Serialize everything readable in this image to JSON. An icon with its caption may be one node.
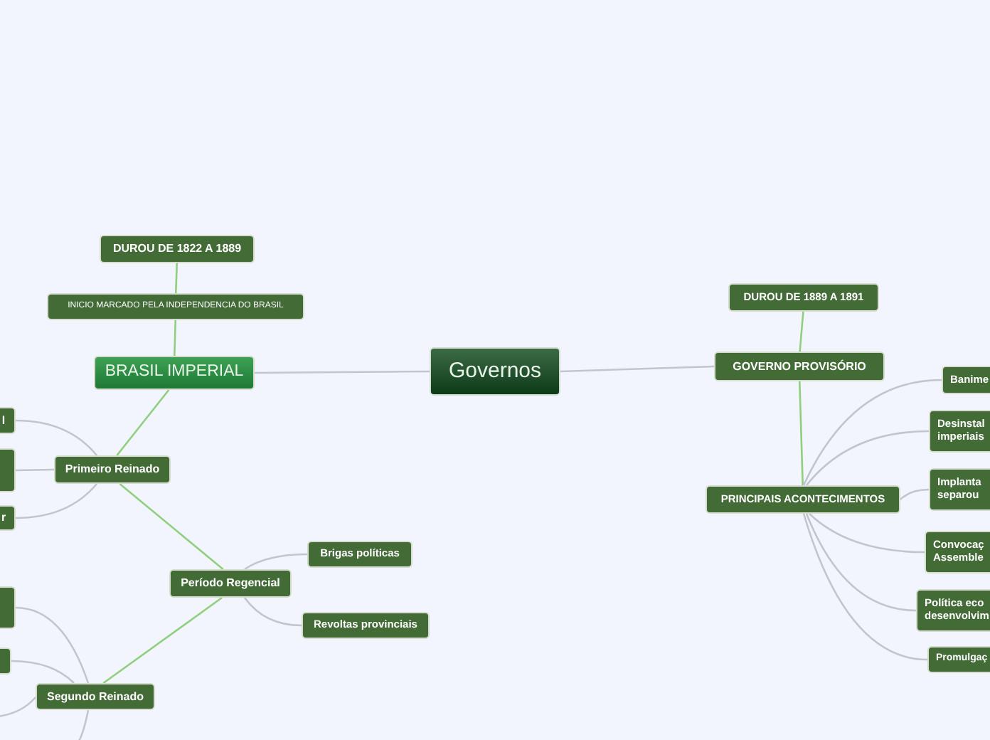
{
  "diagram": {
    "nodes": [
      {
        "text": [
          "Governos"
        ]
      },
      {
        "text": [
          "BRASIL IMPERIAL"
        ]
      },
      {
        "text": [
          "INICIO MARCADO PELA INDEPENDENCIA DO BRASIL"
        ]
      },
      {
        "text": [
          "DUROU DE 1822 A 1889"
        ]
      },
      {
        "text": [
          "Primeiro Reinado"
        ]
      },
      {
        "text": [
          "l"
        ]
      },
      {
        "text": [],
        "shape": "box"
      },
      {
        "text": [
          "r"
        ]
      },
      {
        "text": [
          "Período Regencial"
        ]
      },
      {
        "text": [
          "Brigas políticas"
        ]
      },
      {
        "text": [
          "Revoltas provinciais"
        ]
      },
      {
        "text": [
          "Segundo Reinado"
        ]
      },
      {
        "text": [],
        "shape": "box"
      },
      {
        "text": [],
        "shape": "box"
      },
      {
        "text": [
          "GOVERNO PROVISÓRIO"
        ]
      },
      {
        "text": [
          "DUROU DE 1889 A 1891"
        ]
      },
      {
        "text": [
          "PRINCIPAIS ACONTECIMENTOS"
        ]
      },
      {
        "text": [
          "Banime"
        ]
      },
      {
        "text": [
          "Desinstal imperiais"
        ]
      },
      {
        "text": [
          "Implanta separou"
        ]
      },
      {
        "text": [
          "Convocaç Assemble"
        ]
      },
      {
        "text": [
          "Política eco desenvolvim"
        ]
      },
      {
        "text": [
          "Promulgaç"
        ]
      }
    ],
    "edges": [
      {
        "from": 0,
        "to": 1,
        "arrow": "none"
      },
      {
        "from": 0,
        "to": 14,
        "arrow": "none"
      },
      {
        "from": 1,
        "to": 2,
        "arrow": "none",
        "color": "#8fcf7f"
      },
      {
        "from": 2,
        "to": 3,
        "arrow": "none",
        "color": "#8fcf7f"
      },
      {
        "from": 1,
        "to": 4,
        "arrow": "none",
        "color": "#8fcf7f"
      },
      {
        "from": 4,
        "to": 5,
        "arrow": "none"
      },
      {
        "from": 4,
        "to": 6,
        "arrow": "none"
      },
      {
        "from": 4,
        "to": 7,
        "arrow": "none"
      },
      {
        "from": 4,
        "to": 8,
        "arrow": "none",
        "color": "#8fcf7f"
      },
      {
        "from": 8,
        "to": 9,
        "arrow": "none"
      },
      {
        "from": 8,
        "to": 10,
        "arrow": "none"
      },
      {
        "from": 8,
        "to": 11,
        "arrow": "none",
        "color": "#8fcf7f"
      },
      {
        "from": 11,
        "to": 12,
        "arrow": "none"
      },
      {
        "from": 11,
        "to": 13,
        "arrow": "none"
      },
      {
        "from": 11,
        "to": null,
        "arrow": "none"
      },
      {
        "from": 11,
        "to": null,
        "arrow": "none"
      },
      {
        "from": 14,
        "to": 15,
        "arrow": "none",
        "color": "#8fcf7f"
      },
      {
        "from": 14,
        "to": 16,
        "arrow": "none",
        "color": "#8fcf7f"
      },
      {
        "from": 16,
        "to": 17,
        "arrow": "none"
      },
      {
        "from": 16,
        "to": 18,
        "arrow": "none"
      },
      {
        "from": 16,
        "to": 19,
        "arrow": "none"
      },
      {
        "from": 16,
        "to": 20,
        "arrow": "none"
      },
      {
        "from": 16,
        "to": 21,
        "arrow": "none"
      },
      {
        "from": 16,
        "to": 22,
        "arrow": "none"
      }
    ]
  }
}
